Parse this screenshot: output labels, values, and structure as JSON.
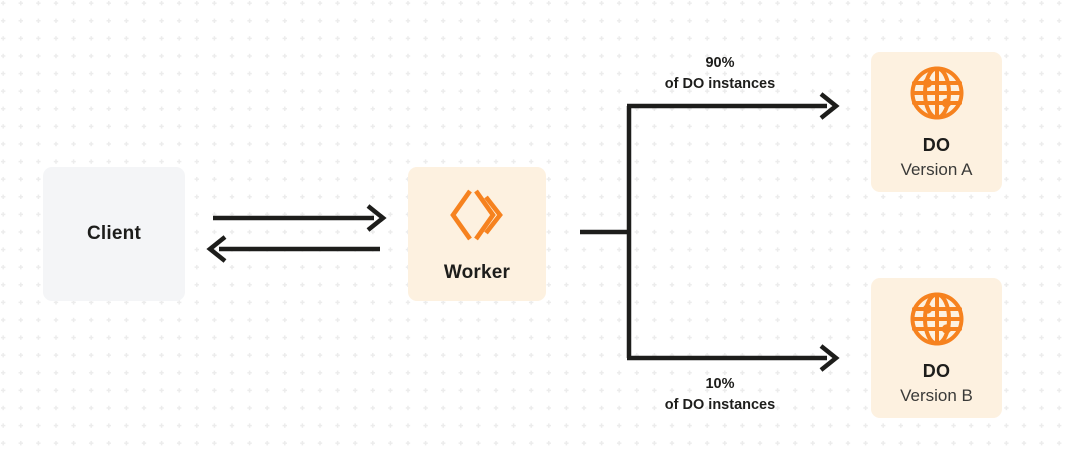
{
  "diagram": {
    "type": "architecture-flow",
    "background": "dot-grid",
    "colors": {
      "accent_orange": "#f6821f",
      "node_orange_bg": "#fdf1e0",
      "node_grey_bg": "#f4f5f7",
      "stroke_dark": "#1d1d1b",
      "text_dark": "#1d1d1b",
      "text_sub": "#3a3a38",
      "grid_dot": "#ededed"
    },
    "nodes": [
      {
        "id": "client",
        "title": "Client",
        "subtitle": "",
        "icon": "",
        "style": "grey"
      },
      {
        "id": "worker",
        "title": "Worker",
        "subtitle": "",
        "icon": "cloudflare-workers-icon",
        "style": "orange"
      },
      {
        "id": "do-a",
        "title": "DO",
        "subtitle": "Version A",
        "icon": "globe-icon",
        "style": "orange"
      },
      {
        "id": "do-b",
        "title": "DO",
        "subtitle": "Version B",
        "icon": "globe-icon",
        "style": "orange"
      }
    ],
    "edges": [
      {
        "id": "client-to-worker",
        "from": "client",
        "to": "worker",
        "label": "",
        "direction": "right"
      },
      {
        "id": "worker-to-client",
        "from": "worker",
        "to": "client",
        "label": "",
        "direction": "left"
      },
      {
        "id": "worker-to-do-a",
        "from": "worker",
        "to": "do-a",
        "label_line1": "90%",
        "label_line2": "of DO instances",
        "direction": "right"
      },
      {
        "id": "worker-to-do-b",
        "from": "worker",
        "to": "do-b",
        "label_line1": "10%",
        "label_line2": "of DO instances",
        "direction": "right"
      }
    ]
  }
}
